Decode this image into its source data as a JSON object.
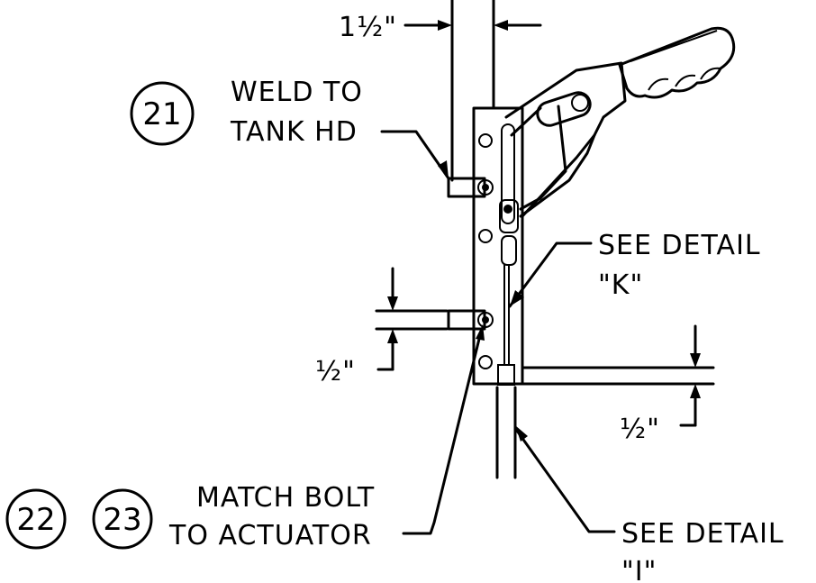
{
  "callouts": {
    "c21": "21",
    "c22": "22",
    "c23": "23"
  },
  "labels": {
    "weld_line1": "WELD TO",
    "weld_line2": "TANK HD",
    "match_line1": "MATCH BOLT",
    "match_line2": "TO ACTUATOR",
    "see_k_line1": "SEE DETAIL",
    "see_k_line2": "\"K\"",
    "see_i_line1": "SEE DETAIL",
    "see_i_line2": "\"I\""
  },
  "dimensions": {
    "top": "1½\"",
    "left": "½\"",
    "right": "½\""
  }
}
